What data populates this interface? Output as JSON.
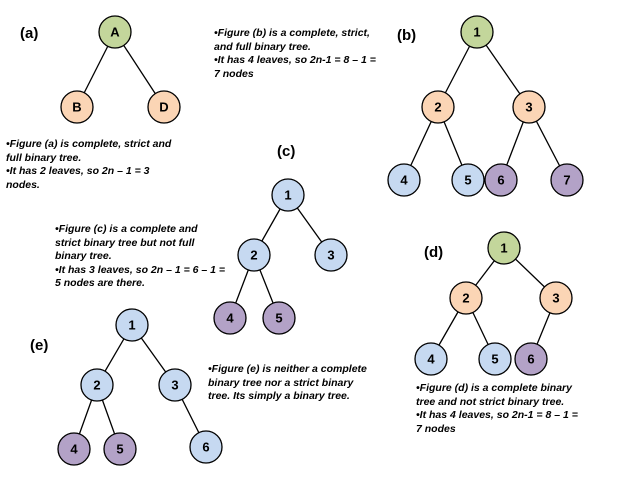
{
  "colors": {
    "green": "#c3d69b",
    "orange": "#fbd5b5",
    "blue": "#c6d9f1",
    "purple": "#b3a2c7",
    "stroke": "#000000"
  },
  "labels": {
    "a": "(a)",
    "b": "(b)",
    "c": "(c)",
    "d": "(d)",
    "e": "(e)"
  },
  "notes": {
    "a": {
      "line1": "•Figure (a) is complete, strict and",
      "line2": "full binary tree.",
      "line3": "•It has 2 leaves, so 2n – 1 = 3",
      "line4": "nodes."
    },
    "b": {
      "line1": "•Figure (b) is a complete, strict,",
      "line2": "and full binary tree.",
      "line3": "•It has 4 leaves, so 2n-1 = 8 – 1 =",
      "line4": "7 nodes"
    },
    "c": {
      "line1": "•Figure (c) is a complete and",
      "line2": "strict binary tree but not full",
      "line3": "binary tree.",
      "line4": "•It has 3 leaves, so 2n – 1 = 6 – 1 =",
      "line5": "5 nodes are there."
    },
    "d": {
      "line1": "•Figure (d) is a complete binary",
      "line2": "tree and not strict binary tree.",
      "line3": "•It has 4 leaves, so 2n-1 = 8 – 1 =",
      "line4": "7 nodes"
    },
    "e": {
      "line1": "•Figure (e) is neither a complete",
      "line2": "binary tree nor a strict binary",
      "line3": "tree. Its simply a binary tree."
    }
  },
  "trees": {
    "a": {
      "nodes": [
        "A",
        "B",
        "D"
      ]
    },
    "b": {
      "nodes": [
        "1",
        "2",
        "3",
        "4",
        "5",
        "6",
        "7"
      ]
    },
    "c": {
      "nodes": [
        "1",
        "2",
        "3",
        "4",
        "5"
      ]
    },
    "d": {
      "nodes": [
        "1",
        "2",
        "3",
        "4",
        "5",
        "6"
      ]
    },
    "e": {
      "nodes": [
        "1",
        "2",
        "3",
        "4",
        "5",
        "6"
      ]
    }
  }
}
